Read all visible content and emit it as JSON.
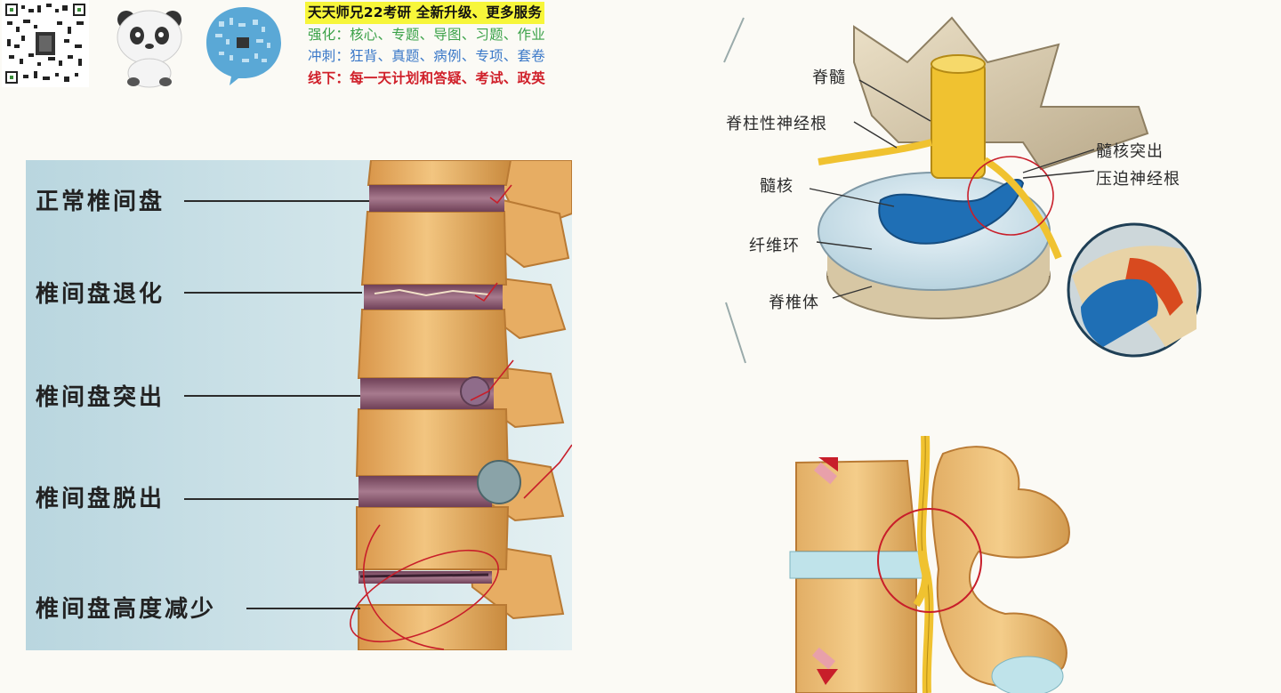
{
  "header": {
    "promo_lines": [
      "天天师兄22考研  全新升级、更多服务",
      "强化：核心、专题、导图、习题、作业",
      "冲刺：狂背、真题、病例、专项、套卷",
      "线下：每一天计划和答疑、考试、政英"
    ]
  },
  "left_figure": {
    "stages": [
      "正常椎间盘",
      "椎间盘退化",
      "椎间盘突出",
      "椎间盘脱出",
      "椎间盘高度减少"
    ]
  },
  "right_top_figure": {
    "labels": {
      "spinal_cord": "脊髓",
      "nerve_root": "脊柱性神经根",
      "nucleus_protrusion": "髓核突出",
      "compress_nerve_root": "压迫神经根",
      "nucleus": "髓核",
      "annulus": "纤维环",
      "vertebral_body": "脊椎体"
    }
  },
  "colors": {
    "bone": "#e9b26a",
    "bone_dark": "#c98a3e",
    "disc": "#8d5a70",
    "nucleus_blue": "#1f6fb5",
    "annulus": "#cfe3ee",
    "nerve": "#f0c230",
    "annotation_red": "#c81e2a"
  }
}
